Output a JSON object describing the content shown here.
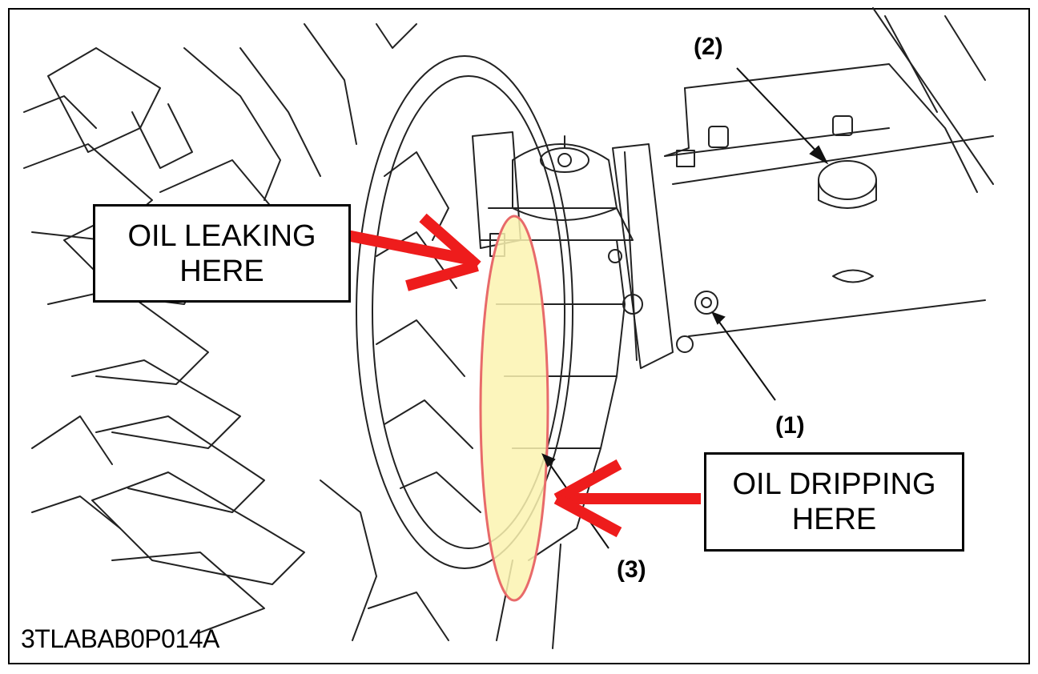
{
  "callouts": {
    "leak": "OIL LEAKING\nHERE",
    "drip": "OIL DRIPPING\nHERE"
  },
  "refs": {
    "one": "(1)",
    "two": "(2)",
    "three": "(3)"
  },
  "figure_code": "3TLABAB0P014A",
  "colors": {
    "arrow": "#ee1c1c",
    "highlight_fill": "#fbf3b0",
    "highlight_stroke": "#e86a6a",
    "line": "#222222"
  }
}
